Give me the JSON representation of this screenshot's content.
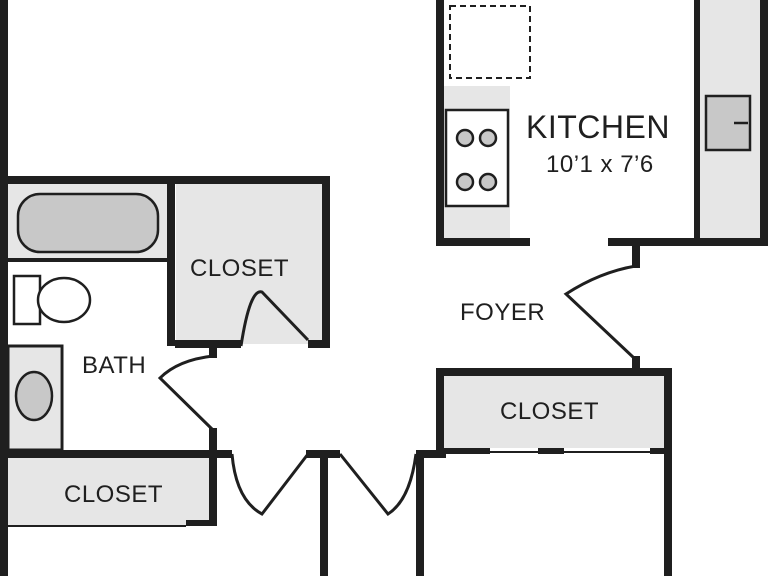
{
  "floor_plan": {
    "rooms": {
      "kitchen": {
        "name": "KITCHEN",
        "dimensions": "10’1 x 7’6"
      },
      "closet_upper": {
        "name": "CLOSET"
      },
      "bath": {
        "name": "BATH"
      },
      "foyer": {
        "name": "FOYER"
      },
      "closet_right": {
        "name": "CLOSET"
      },
      "closet_lower": {
        "name": "CLOSET"
      }
    },
    "fixtures": {
      "refrigerator_space": "refrigerator-outline-icon",
      "stove": "stove-icon",
      "kitchen_sink": "sink-icon",
      "bathtub": "bathtub-icon",
      "toilet": "toilet-icon",
      "bath_sink": "bath-sink-icon"
    },
    "colors": {
      "wall": "#1f1f1f",
      "closet_fill": "#e6e6e6",
      "fixture_fill": "#c8c8c8",
      "background": "#ffffff"
    }
  }
}
